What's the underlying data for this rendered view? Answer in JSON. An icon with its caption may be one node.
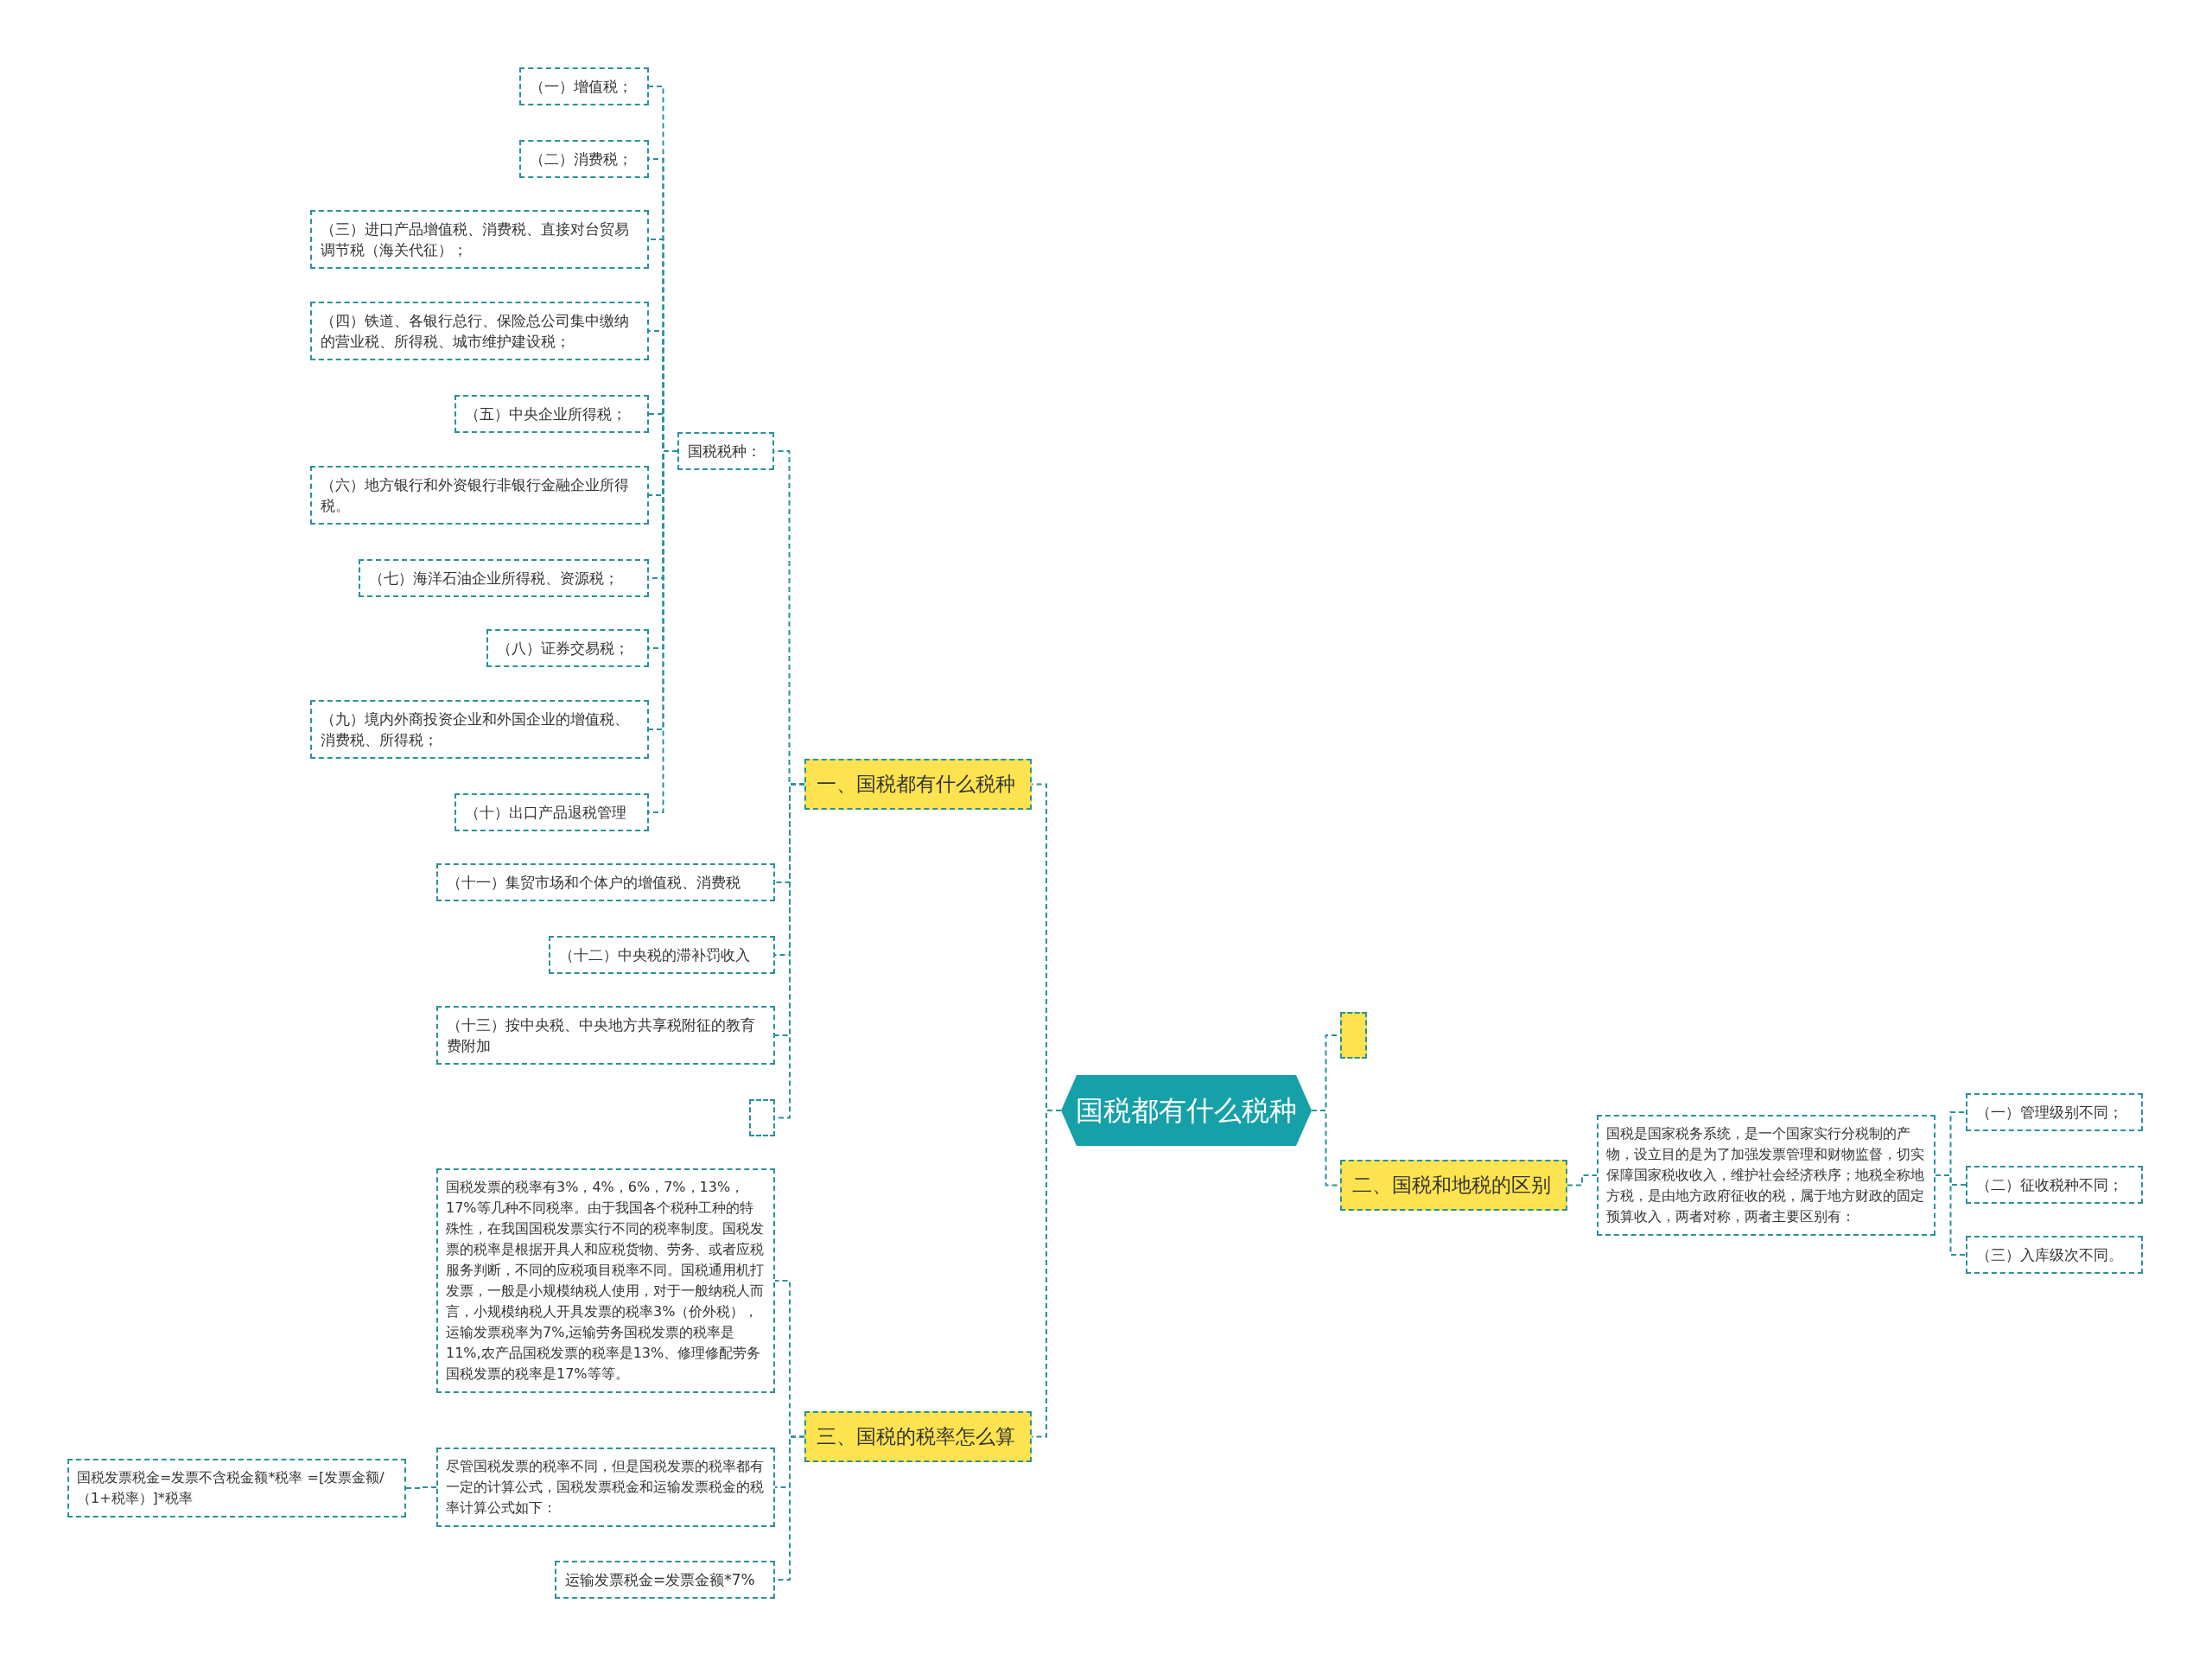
{
  "diagram": {
    "nodes": [
      {
        "text": [
          "国税都有什么税种"
        ]
      },
      {
        "text": [
          "一、国税都有什么税种"
        ]
      },
      {
        "text": [
          "国税税种："
        ]
      },
      {
        "text": [
          "（一）增值税；"
        ]
      },
      {
        "text": [
          "（二）消费税；"
        ]
      },
      {
        "text": [
          "（三）进口产品增值税、消费税、直接对台贸易调节税（海关代征）；"
        ]
      },
      {
        "text": [
          "（四）铁道、各银行总行、保险总公司集中缴纳的营业税、所得税、城市维护建设税；"
        ]
      },
      {
        "text": [
          "（五）中央企业所得税；"
        ]
      },
      {
        "text": [
          "（六）地方银行和外资银行非银行金融企业所得税。"
        ]
      },
      {
        "text": [
          "（七）海洋石油企业所得税、资源税；"
        ]
      },
      {
        "text": [
          "（八）证券交易税；"
        ]
      },
      {
        "text": [
          "（九）境内外商投资企业和外国企业的增值税、消费税、所得税；"
        ]
      },
      {
        "text": [
          "（十）出口产品退税管理"
        ]
      },
      {
        "text": [
          "（十一）集贸市场和个体户的增值税、消费税"
        ]
      },
      {
        "text": [
          "（十二）中央税的滞补罚收入"
        ]
      },
      {
        "text": [
          "（十三）按中央税、中央地方共享税附征的教育费附加"
        ]
      },
      {
        "text": [],
        "shape": "box"
      },
      {
        "text": [],
        "shape": "box"
      },
      {
        "text": [
          "二、国税和地税的区别"
        ]
      },
      {
        "text": [
          "国税是国家税务系统，是一个国家实行分税制的产物，设立目的是为了加强发票管理和财物监督，切实保障国家税收收入，维护社会经济秩序；地税全称地方税，是由地方政府征收的税，属于地方财政的固定预算收入，两者对称，两者主要区别有："
        ]
      },
      {
        "text": [
          "（一）管理级别不同；"
        ]
      },
      {
        "text": [
          "（二）征收税种不同；"
        ]
      },
      {
        "text": [
          "（三）入库级次不同。"
        ]
      },
      {
        "text": [
          "三、国税的税率怎么算"
        ]
      },
      {
        "text": [
          "国税发票的税率有3%，4%，6%，7%，13%，17%等几种不同税率。由于我国各个税种工种的特殊性，在我国国税发票实行不同的税率制度。国税发票的税率是根据开具人和应税货物、劳务、或者应税服务判断，不同的应税项目税率不同。国税通用机打发票，一般是小规模纳税人使用，对于一般纳税人而言，小规模纳税人开具发票的税率3%（价外税），运输发票税率为7%,运输劳务国税发票的税率是11%,农产品国税发票的税率是13%、修理修配劳务国税发票的税率是17%等等。"
        ]
      },
      {
        "text": [
          "尽管国税发票的税率不同，但是国税发票的税率都有一定的计算公式，国税发票税金和运输发票税金的税率计算公式如下："
        ]
      },
      {
        "text": [
          "国税发票税金=发票不含税金额*税率 =[发票金额/（1+税率）]*税率"
        ]
      },
      {
        "text": [
          "运输发票税金=发票金额*7%"
        ]
      }
    ],
    "edges": [
      {
        "from": 0,
        "to": 1,
        "arrow": "none"
      },
      {
        "from": 1,
        "to": 2,
        "arrow": "none"
      },
      {
        "from": 2,
        "to": 3,
        "arrow": "none"
      },
      {
        "from": 2,
        "to": 4,
        "arrow": "none"
      },
      {
        "from": 2,
        "to": 5,
        "arrow": "none"
      },
      {
        "from": 2,
        "to": 6,
        "arrow": "none"
      },
      {
        "from": 2,
        "to": 7,
        "arrow": "none"
      },
      {
        "from": 2,
        "to": 8,
        "arrow": "none"
      },
      {
        "from": 2,
        "to": 9,
        "arrow": "none"
      },
      {
        "from": 2,
        "to": 10,
        "arrow": "none"
      },
      {
        "from": 2,
        "to": 11,
        "arrow": "none"
      },
      {
        "from": 2,
        "to": 12,
        "arrow": "none"
      },
      {
        "from": 1,
        "to": 13,
        "arrow": "none"
      },
      {
        "from": 1,
        "to": 14,
        "arrow": "none"
      },
      {
        "from": 1,
        "to": 15,
        "arrow": "none"
      },
      {
        "from": 1,
        "to": 16,
        "arrow": "none"
      },
      {
        "from": 0,
        "to": 17,
        "arrow": "none"
      },
      {
        "from": 0,
        "to": 18,
        "arrow": "none"
      },
      {
        "from": 18,
        "to": 19,
        "arrow": "none"
      },
      {
        "from": 19,
        "to": 20,
        "arrow": "none"
      },
      {
        "from": 19,
        "to": 21,
        "arrow": "none"
      },
      {
        "from": 19,
        "to": 22,
        "arrow": "none"
      },
      {
        "from": 0,
        "to": 23,
        "arrow": "none"
      },
      {
        "from": 23,
        "to": 24,
        "arrow": "none"
      },
      {
        "from": 23,
        "to": 25,
        "arrow": "none"
      },
      {
        "from": 25,
        "to": 26,
        "arrow": "none"
      },
      {
        "from": 23,
        "to": 27,
        "arrow": "none"
      }
    ]
  }
}
